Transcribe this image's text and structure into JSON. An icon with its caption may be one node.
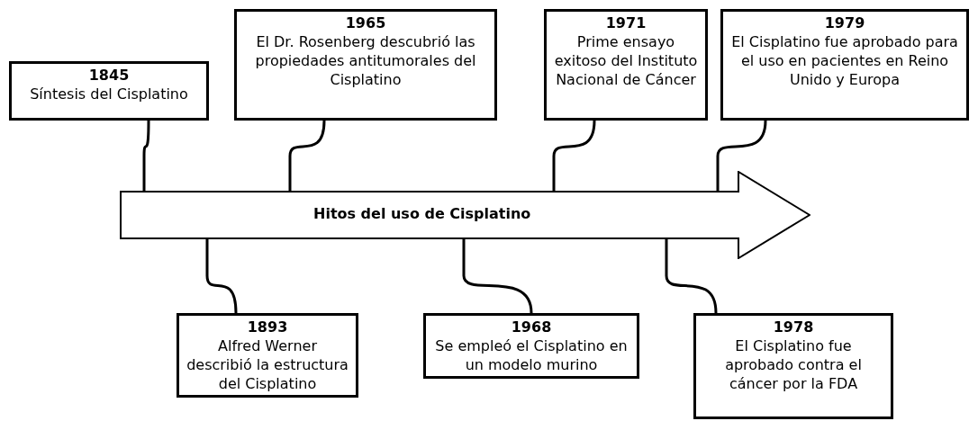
{
  "diagram": {
    "nodes": [
      {
        "text": [
          "1845",
          "Síntesis del Cisplatino"
        ]
      },
      {
        "text": [
          "1965",
          "El Dr. Rosenberg descubrió las propiedades antitumorales del Cisplatino"
        ]
      },
      {
        "text": [
          "1971",
          "Prime ensayo exitoso del Instituto Nacional de Cáncer"
        ]
      },
      {
        "text": [
          "1979",
          "El Cisplatino fue aprobado para el uso en pacientes en Reino Unido y Europa"
        ]
      },
      {
        "text": [
          "Hitos del uso de Cisplatino"
        ]
      },
      {
        "text": [
          "1893",
          "Alfred Werner describió la estructura del Cisplatino"
        ]
      },
      {
        "text": [
          "1968",
          "Se empleó el Cisplatino en un modelo murino"
        ]
      },
      {
        "text": [
          "1978",
          "El Cisplatino fue aprobado contra el cáncer por la FDA"
        ]
      }
    ],
    "edges": [
      {
        "from": 0,
        "to": 4,
        "arrow": "none"
      },
      {
        "from": 1,
        "to": 4,
        "arrow": "none"
      },
      {
        "from": 2,
        "to": 4,
        "arrow": "none"
      },
      {
        "from": 3,
        "to": 4,
        "arrow": "none"
      },
      {
        "from": 5,
        "to": 4,
        "arrow": "none"
      },
      {
        "from": 6,
        "to": 4,
        "arrow": "none"
      },
      {
        "from": 7,
        "to": 4,
        "arrow": "none"
      }
    ]
  }
}
